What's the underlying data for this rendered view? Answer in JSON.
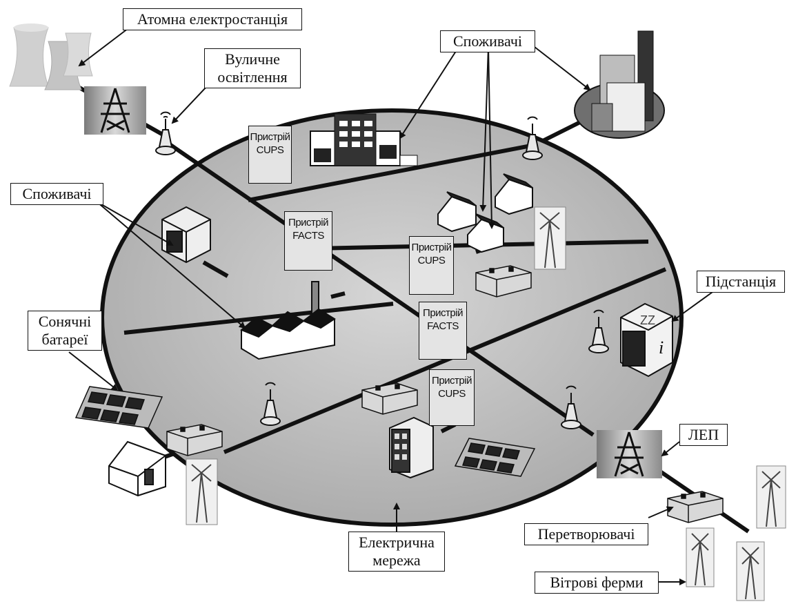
{
  "labels": {
    "nuclear": "Атомна електростанція",
    "street_1": "Вуличне",
    "street_2": "освітлення",
    "consumers_top": "Споживачі",
    "consumers_left": "Споживачі",
    "substation": "Підстанція",
    "solar_1": "Сонячні",
    "solar_2": "батареї",
    "lep": "ЛЕП",
    "grid_1": "Електрична",
    "grid_2": "мережа",
    "converters": "Перетворювачі",
    "wind": "Вітрові ферми"
  },
  "devices": {
    "cups_1": {
      "line1": "Пристрій",
      "line2": "CUPS"
    },
    "facts_1": {
      "line1": "Пристрій",
      "line2": "FACTS"
    },
    "cups_2": {
      "line1": "Пристрій",
      "line2": "CUPS"
    },
    "facts_2": {
      "line1": "Пристрій",
      "line2": "FACTS"
    },
    "cups_3": {
      "line1": "Пристрій",
      "line2": "CUPS"
    }
  },
  "icons": [
    "nuclear-plant-icon",
    "transmission-tower-icon",
    "antenna-icon",
    "office-building-icon",
    "city-skyline-icon",
    "house-icon",
    "wind-turbine-icon",
    "converter-box-icon",
    "factory-icon",
    "data-center-icon",
    "substation-icon",
    "solar-panel-icon",
    "apartment-building-icon"
  ],
  "colors": {
    "ground": "#bdbdbd",
    "line": "#111111",
    "tower": "#555555"
  }
}
